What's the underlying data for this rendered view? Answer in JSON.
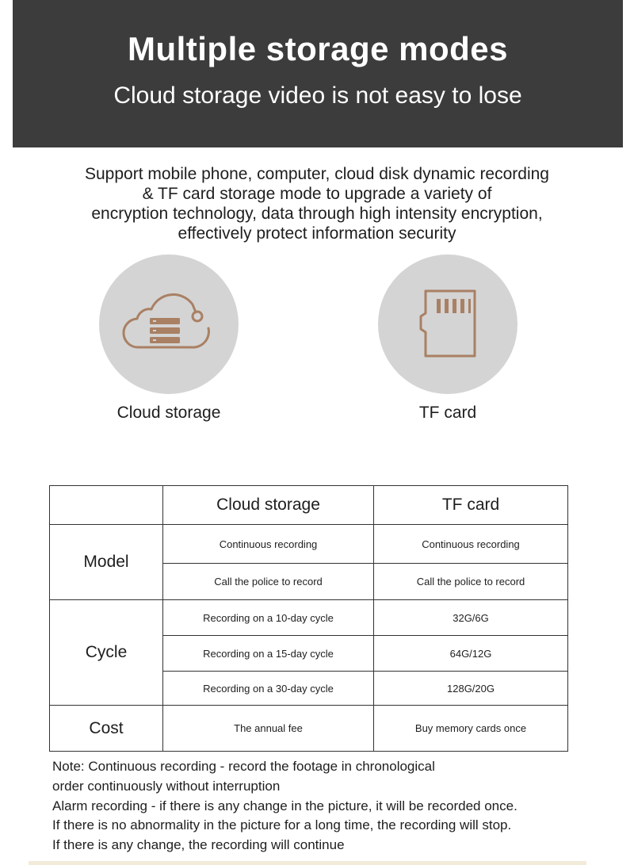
{
  "hero": {
    "title": "Multiple storage modes",
    "subtitle": "Cloud storage video is not easy to lose"
  },
  "intro": {
    "lines": [
      "Support mobile phone, computer, cloud disk dynamic recording",
      "& TF card storage mode to upgrade a variety of",
      "encryption technology, data through high intensity encryption,",
      "effectively protect information security"
    ]
  },
  "features": [
    {
      "label": "Cloud storage",
      "icon": "cloud-server-icon"
    },
    {
      "label": "TF card",
      "icon": "sd-card-icon"
    }
  ],
  "colors": {
    "hero_bg": "#3c3c3c",
    "circle_bg": "#d4d4d4",
    "icon_stroke": "#a98064"
  },
  "table": {
    "headers": [
      "",
      "Cloud storage",
      "TF card"
    ],
    "groups": [
      {
        "label": "Model",
        "rows": [
          [
            "Continuous recording",
            "Continuous recording"
          ],
          [
            "Call the police to record",
            "Call the police to record"
          ]
        ]
      },
      {
        "label": "Cycle",
        "rows": [
          [
            "Recording on a 10-day cycle",
            "32G/6G"
          ],
          [
            "Recording on a 15-day cycle",
            "64G/12G"
          ],
          [
            "Recording on a 30-day cycle",
            "128G/20G"
          ]
        ]
      },
      {
        "label": "Cost",
        "rows": [
          [
            "The annual fee",
            "Buy memory cards once"
          ]
        ]
      }
    ]
  },
  "note": {
    "lines": [
      "Note: Continuous recording - record the footage in chronological",
      "order continuously without interruption",
      "Alarm recording - if there is any change in the picture, it will be recorded once.",
      "If there is no abnormality in the picture for a long time, the recording will stop.",
      "If there is any change, the recording will continue"
    ]
  }
}
